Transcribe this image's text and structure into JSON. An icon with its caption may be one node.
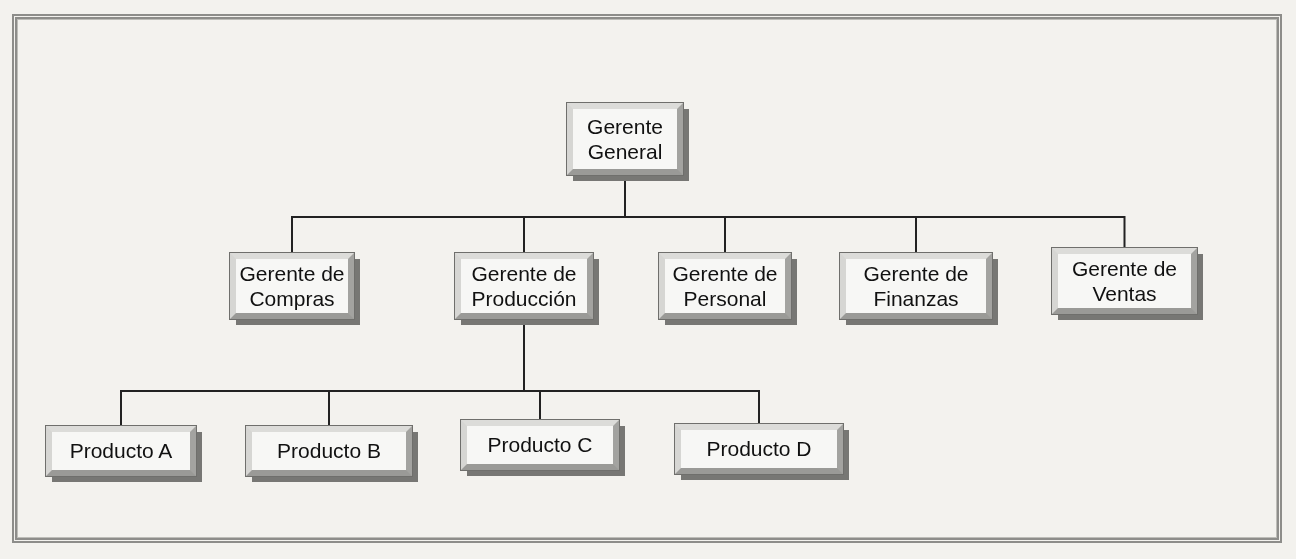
{
  "diagram": {
    "nodes": [
      {
        "text": [
          "Gerente General"
        ]
      },
      {
        "text": [
          "Gerente de Compras"
        ]
      },
      {
        "text": [
          "Gerente de Producción"
        ]
      },
      {
        "text": [
          "Gerente de Personal"
        ]
      },
      {
        "text": [
          "Gerente de Finanzas"
        ]
      },
      {
        "text": [
          "Gerente de Ventas"
        ]
      },
      {
        "text": [
          "Producto A"
        ]
      },
      {
        "text": [
          "Producto B"
        ]
      },
      {
        "text": [
          "Producto C"
        ]
      },
      {
        "text": [
          "Producto D"
        ]
      }
    ],
    "edges": [
      {
        "from": 0,
        "to": 1,
        "arrow": "none"
      },
      {
        "from": 0,
        "to": 2,
        "arrow": "none"
      },
      {
        "from": 0,
        "to": 3,
        "arrow": "none"
      },
      {
        "from": 0,
        "to": 4,
        "arrow": "none"
      },
      {
        "from": 0,
        "to": 5,
        "arrow": "none"
      },
      {
        "from": 2,
        "to": 6,
        "arrow": "none"
      },
      {
        "from": 2,
        "to": 7,
        "arrow": "none"
      },
      {
        "from": 2,
        "to": 8,
        "arrow": "none"
      },
      {
        "from": 2,
        "to": 9,
        "arrow": "none"
      }
    ]
  }
}
